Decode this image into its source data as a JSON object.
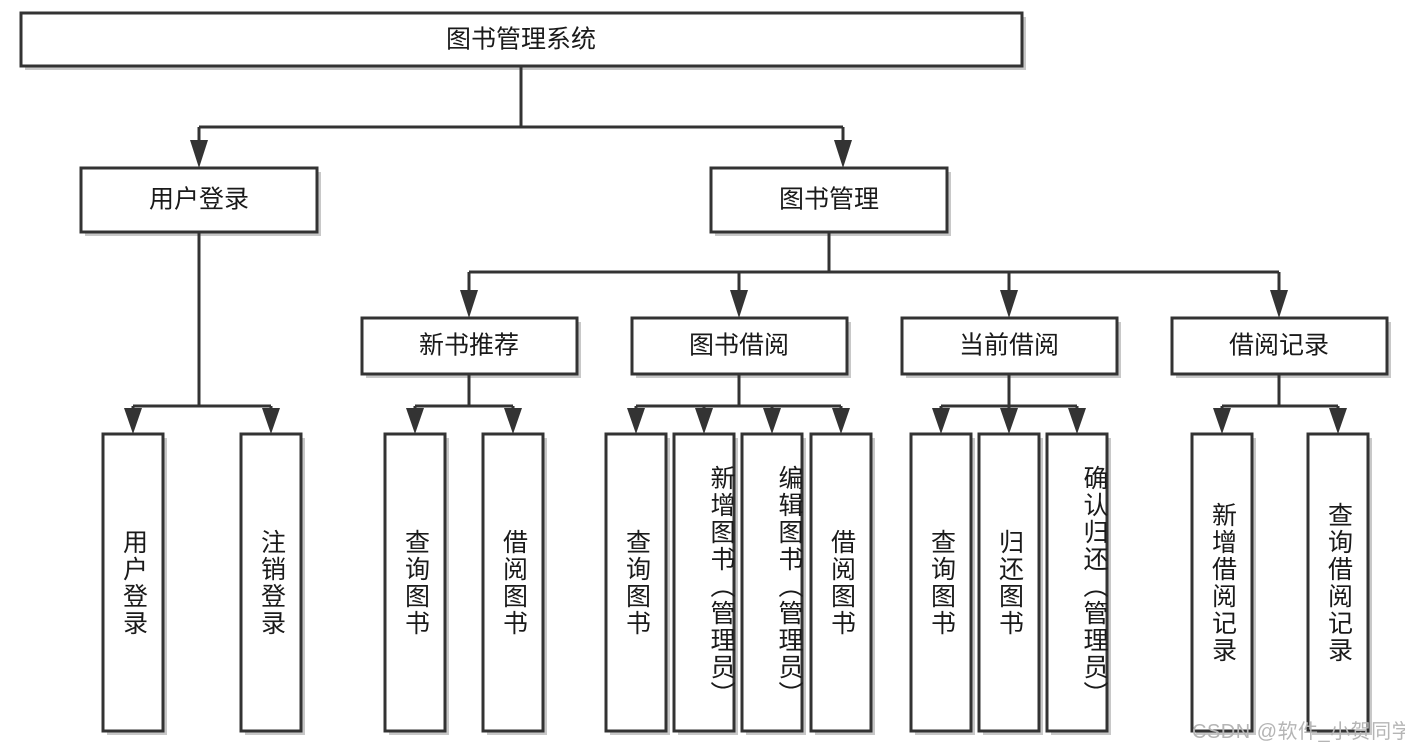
{
  "diagram": {
    "type": "tree",
    "title": "图书管理系统",
    "root": {
      "id": "root",
      "label": "图书管理系统",
      "orientation": "horizontal"
    },
    "level2": [
      {
        "id": "user-login",
        "label": "用户登录",
        "orientation": "horizontal"
      },
      {
        "id": "book-manage",
        "label": "图书管理",
        "orientation": "horizontal"
      }
    ],
    "level3": [
      {
        "id": "new-book-rec",
        "label": "新书推荐",
        "orientation": "horizontal"
      },
      {
        "id": "book-borrow",
        "label": "图书借阅",
        "orientation": "horizontal"
      },
      {
        "id": "current-borrow",
        "label": "当前借阅",
        "orientation": "horizontal"
      },
      {
        "id": "borrow-record",
        "label": "借阅记录",
        "orientation": "horizontal"
      }
    ],
    "leaves": [
      {
        "id": "leaf-user-login",
        "label": "用户登录",
        "parent": "user-login",
        "orientation": "vertical"
      },
      {
        "id": "leaf-logout",
        "label": "注销登录",
        "parent": "user-login",
        "orientation": "vertical"
      },
      {
        "id": "leaf-query-book-1",
        "label": "查询图书",
        "parent": "new-book-rec",
        "orientation": "vertical"
      },
      {
        "id": "leaf-borrow-book-1",
        "label": "借阅图书",
        "parent": "new-book-rec",
        "orientation": "vertical"
      },
      {
        "id": "leaf-query-book-2",
        "label": "查询图书",
        "parent": "book-borrow",
        "orientation": "vertical"
      },
      {
        "id": "leaf-add-book",
        "label": "新增图书（管理员）",
        "parent": "book-borrow",
        "orientation": "vertical"
      },
      {
        "id": "leaf-edit-book",
        "label": "编辑图书（管理员）",
        "parent": "book-borrow",
        "orientation": "vertical"
      },
      {
        "id": "leaf-borrow-book-2",
        "label": "借阅图书",
        "parent": "book-borrow",
        "orientation": "vertical"
      },
      {
        "id": "leaf-query-book-3",
        "label": "查询图书",
        "parent": "current-borrow",
        "orientation": "vertical"
      },
      {
        "id": "leaf-return-book",
        "label": "归还图书",
        "parent": "current-borrow",
        "orientation": "vertical"
      },
      {
        "id": "leaf-confirm-return",
        "label": "确认归还（管理员）",
        "parent": "current-borrow",
        "orientation": "vertical"
      },
      {
        "id": "leaf-add-record",
        "label": "新增借阅记录",
        "parent": "borrow-record",
        "orientation": "vertical"
      },
      {
        "id": "leaf-query-record",
        "label": "查询借阅记录",
        "parent": "borrow-record",
        "orientation": "vertical"
      }
    ],
    "colors": {
      "box_fill": "#ffffff",
      "box_stroke": "#333333",
      "connector": "#333333",
      "text": "#1a1a1a",
      "background": "#ffffff",
      "watermark": "#b5b5b5"
    }
  },
  "watermark": {
    "text": "CSDN @软件_小贺同学"
  }
}
